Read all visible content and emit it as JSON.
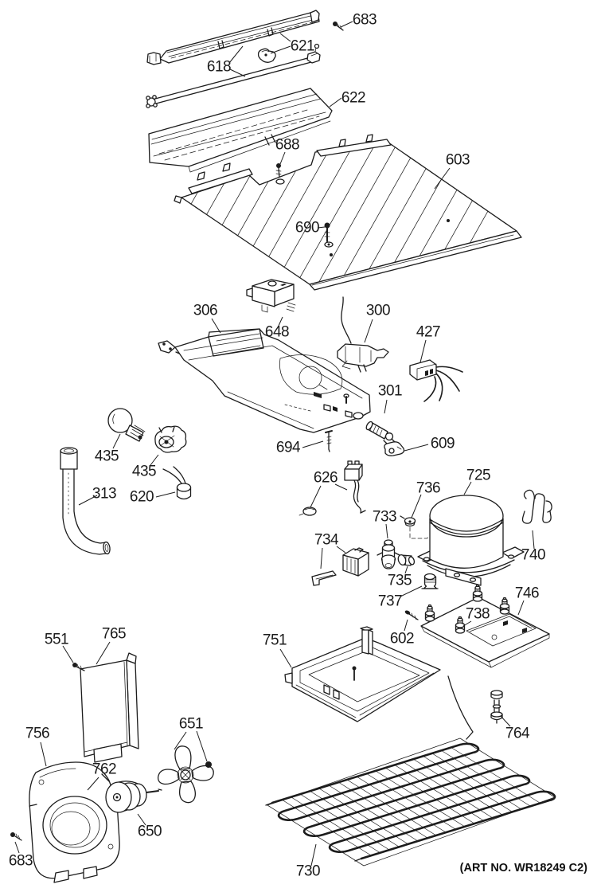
{
  "diagram": {
    "line_color": "#1c1c1c",
    "background_color": "#ffffff"
  },
  "callouts": {
    "c683_top": "683",
    "c621": "621",
    "c618": "618",
    "c622": "622",
    "c688": "688",
    "c603": "603",
    "c690": "690",
    "c306": "306",
    "c648": "648",
    "c300": "300",
    "c427": "427",
    "c301": "301",
    "c694": "694",
    "c609": "609",
    "c435_bulb": "435",
    "c435_socket": "435",
    "c313": "313",
    "c620": "620",
    "c626": "626",
    "c736": "736",
    "c725": "725",
    "c733": "733",
    "c734": "734",
    "c740": "740",
    "c735": "735",
    "c737": "737",
    "c746": "746",
    "c738": "738",
    "c602": "602",
    "c751": "751",
    "c764": "764",
    "c765": "765",
    "c551": "551",
    "c756": "756",
    "c762": "762",
    "c651": "651",
    "c650": "650",
    "c683_bottom": "683",
    "c730": "730"
  },
  "footer": {
    "art_no": "(ART NO. WR18249 C2)"
  }
}
